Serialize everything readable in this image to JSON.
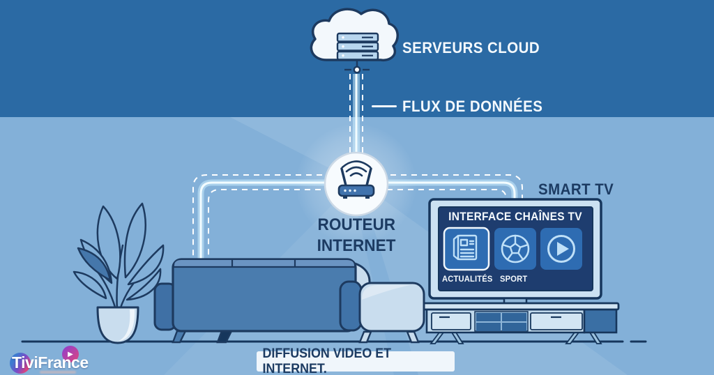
{
  "colors": {
    "band_top": "#2b6aa4",
    "band_bottom": "#83b0d8",
    "ink": "#1c3b62",
    "text_light": "#f4f9fd",
    "flow_glow": "#d9f6ff",
    "tv_screen": "#1e3d6f",
    "tile_fill": "#2e6cb2",
    "tile_icon": "#bfe0f8",
    "furniture_mid": "#4a7cae",
    "furniture_light": "#c9ddee"
  },
  "cloud_server": {
    "label": "SERVEURS CLOUD",
    "icon": "cloud-server-icon"
  },
  "data_flow": {
    "label": "FLUX DE DONNÉES"
  },
  "router": {
    "label_line1": "ROUTEUR",
    "label_line2": "INTERNET",
    "icon": "wifi-router-icon"
  },
  "smart_tv": {
    "label": "SMART TV",
    "screen_title": "INTERFACE CHAÎNES TV",
    "tiles": [
      {
        "icon": "news-icon",
        "label": "ACTUALITÉS"
      },
      {
        "icon": "soccer-ball-icon",
        "label": "SPORT"
      },
      {
        "icon": "play-icon",
        "label": ""
      }
    ]
  },
  "caption": {
    "text": "DIFFUSION VIDEO ET INTERNET."
  },
  "brand": {
    "name": "TiviFrance",
    "icon": "play-badge-icon"
  }
}
